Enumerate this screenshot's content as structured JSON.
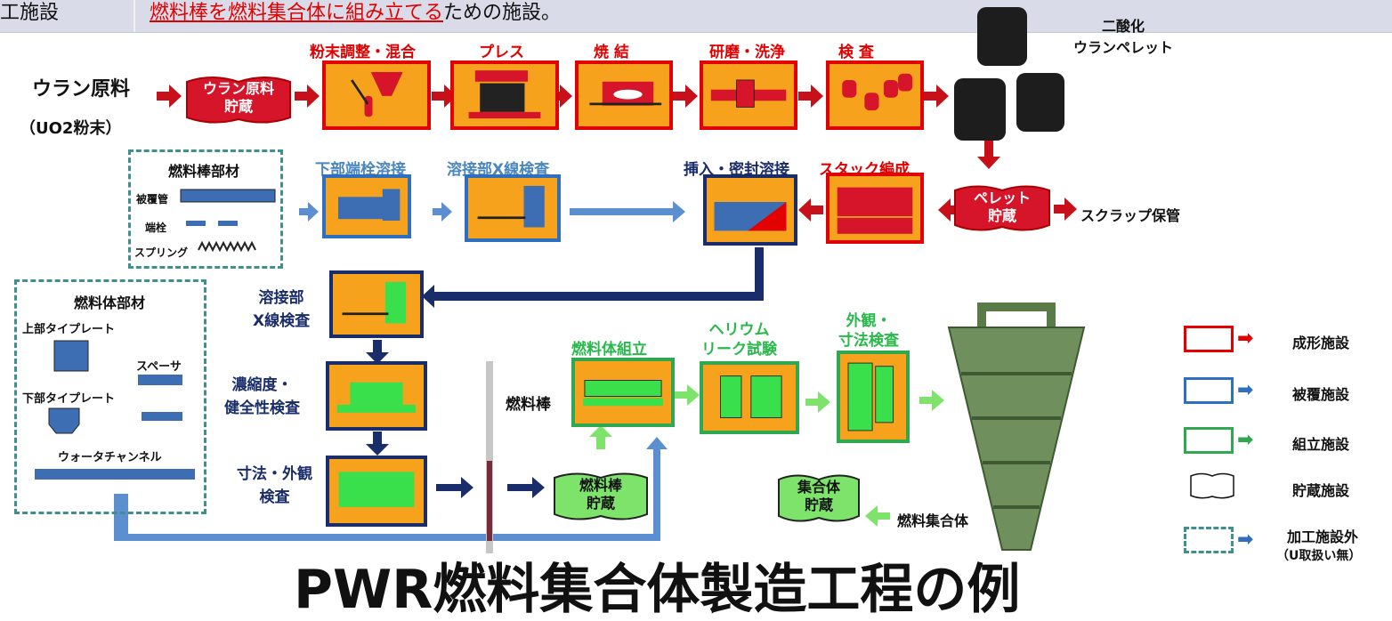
{
  "header": {
    "left_label": "工施設",
    "desc_link": "燃料棒を燃料集合体に組み立てる",
    "desc_rest": "ための施設。"
  },
  "raw": {
    "label": "ウラン原料",
    "sub": "（UO2粉末）",
    "tank": "ウラン原料\n貯蔵"
  },
  "steps": {
    "powder": "粉末調整・混合",
    "press": "プレス",
    "sinter": "焼 結",
    "grind": "研磨・洗浄",
    "inspect": "検 査",
    "pellet_label": "二酸化\nウランペレット",
    "pellet_tank": "ペレット\n貯蔵",
    "scrap": "スクラップ保管",
    "stack": "スタック編成",
    "insert": "挿入・密封溶接",
    "endplug": "下部端栓溶接",
    "xray1": "溶接部X線検査",
    "xray2": "溶接部\nX線検査",
    "enrich": "濃縮度・\n健全性検査",
    "dim": "寸法・外観\n検査",
    "rod": "燃料棒",
    "rod_tank": "燃料棒\n貯蔵",
    "assembly": "燃料体組立",
    "helium": "ヘリウム\nリーク試験",
    "visual": "外観・\n寸法検査",
    "asm_tank": "集合体\n貯蔵",
    "asm_label": "燃料集合体"
  },
  "rod_parts": {
    "title": "燃料棒部材",
    "items": [
      "被覆管",
      "端栓",
      "スプリング"
    ]
  },
  "asm_parts": {
    "title": "燃料体部材",
    "items": [
      "上部タイプレート",
      "スペーサ",
      "下部タイプレート",
      "ウォータチャンネル"
    ]
  },
  "legend": {
    "items": [
      "成形施設",
      "被覆施設",
      "組立施設",
      "貯蔵施設",
      "加工施設外",
      "（U取扱い無）"
    ],
    "colors": {
      "forming": "#e20000",
      "cladding": "#2f6fc0",
      "assembly": "#2fa84f",
      "storage": "#111111",
      "outside": "#3f8f8f"
    }
  },
  "footer_title": "PWR燃料集合体製造工程の例"
}
